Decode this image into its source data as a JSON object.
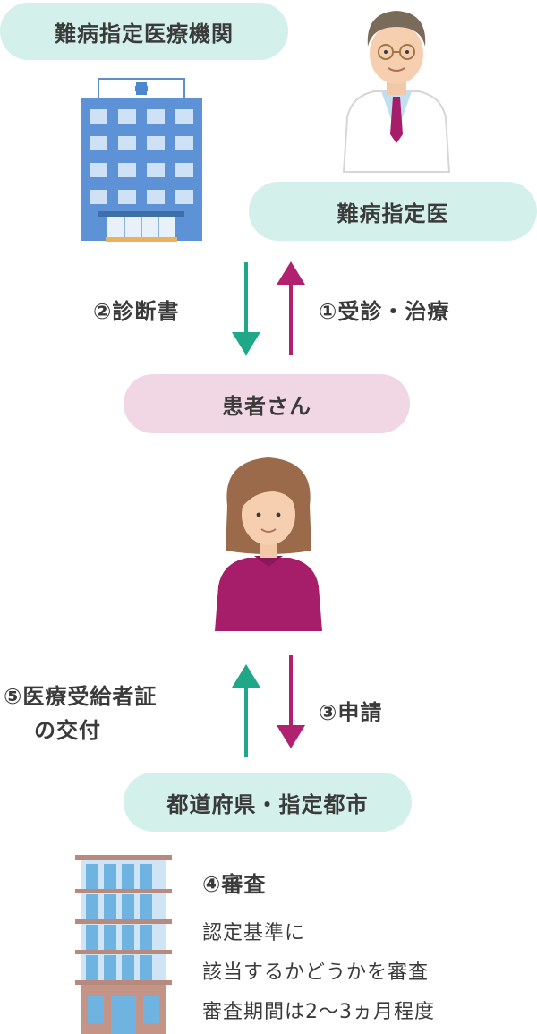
{
  "nodes": {
    "hospital": "難病指定医療機関",
    "doctor": "難病指定医",
    "patient": "患者さん",
    "prefecture": "都道府県・指定都市"
  },
  "steps": {
    "step1": "①受診・治療",
    "step2": "②診断書",
    "step3": "③申請",
    "step4": "④審査",
    "step5_line1": "⑤医療受給者証",
    "step5_line2": "の交付"
  },
  "review_notes": [
    "認定基準に",
    "該当するかどうかを審査",
    "審査期間は2～3ヵ月程度"
  ],
  "colors": {
    "teal_arrow": "#1ea888",
    "magenta_arrow": "#b0226f",
    "teal_pill": "#d3f0ea",
    "pink_pill": "#f1d6e4"
  }
}
